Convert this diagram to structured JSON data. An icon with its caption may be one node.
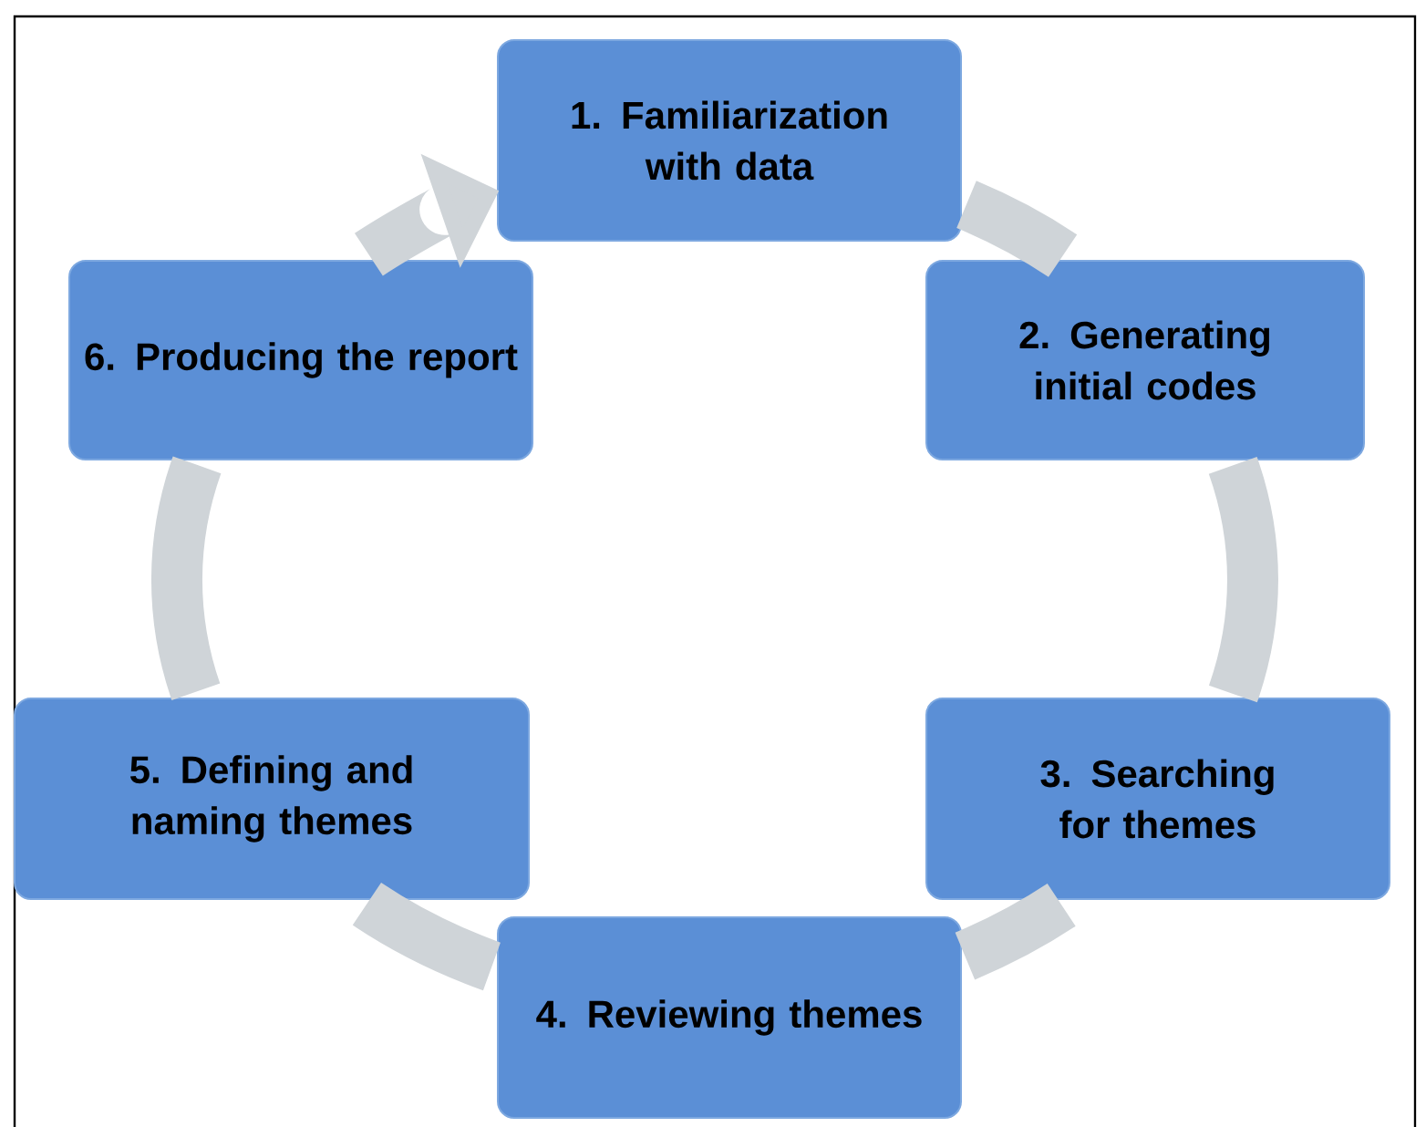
{
  "diagram": {
    "nodes": [
      {
        "text": [
          "1. Familiarization with data"
        ]
      },
      {
        "text": [
          "2. Generating initial codes"
        ]
      },
      {
        "text": [
          "3. Searching for themes"
        ]
      },
      {
        "text": [
          "4. Reviewing themes"
        ]
      },
      {
        "text": [
          "5. Defining and naming themes"
        ]
      },
      {
        "text": [
          "6. Producing the report"
        ]
      }
    ],
    "edges": [
      {
        "from": 0,
        "to": 1,
        "arrow": "none"
      },
      {
        "from": 1,
        "to": 2,
        "arrow": "none"
      },
      {
        "from": 2,
        "to": 3,
        "arrow": "none"
      },
      {
        "from": 3,
        "to": 4,
        "arrow": "none"
      },
      {
        "from": 4,
        "to": 5,
        "arrow": "none"
      },
      {
        "from": 5,
        "to": 0,
        "arrow": "to"
      }
    ]
  }
}
